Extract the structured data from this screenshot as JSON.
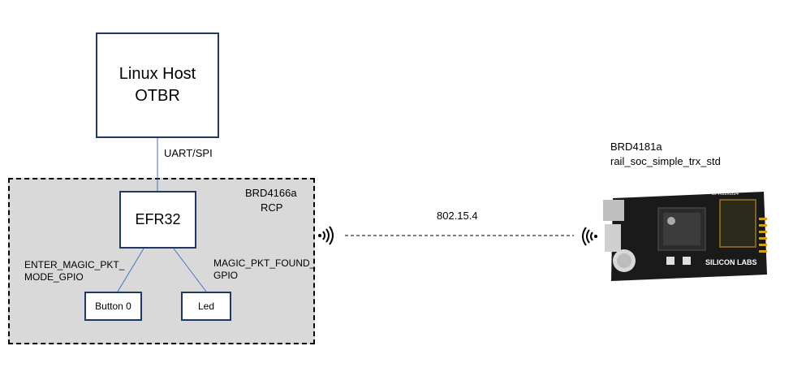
{
  "host": {
    "line1": "Linux Host",
    "line2": "OTBR"
  },
  "link_label": "UART/SPI",
  "rcp": {
    "board": "BRD4166a",
    "role": "RCP"
  },
  "efr": "EFR32",
  "gpio_left": {
    "line1": "ENTER_MAGIC_PKT_",
    "line2": "MODE_GPIO"
  },
  "gpio_right": {
    "line1": "MAGIC_PKT_FOUND_",
    "line2": "GPIO"
  },
  "button": "Button 0",
  "led": "Led",
  "radio_link": "802.15.4",
  "remote": {
    "board": "BRD4181a",
    "app": "rail_soc_simple_trx_std"
  },
  "board_image": {
    "logo_text": "SILICON LABS",
    "chip_text": "EFR32xG24",
    "pcb_color": "#1a1a1a"
  },
  "colors": {
    "box_border": "#1f3864",
    "connector": "#4472c4",
    "rcp_fill": "#d9d9d9"
  }
}
